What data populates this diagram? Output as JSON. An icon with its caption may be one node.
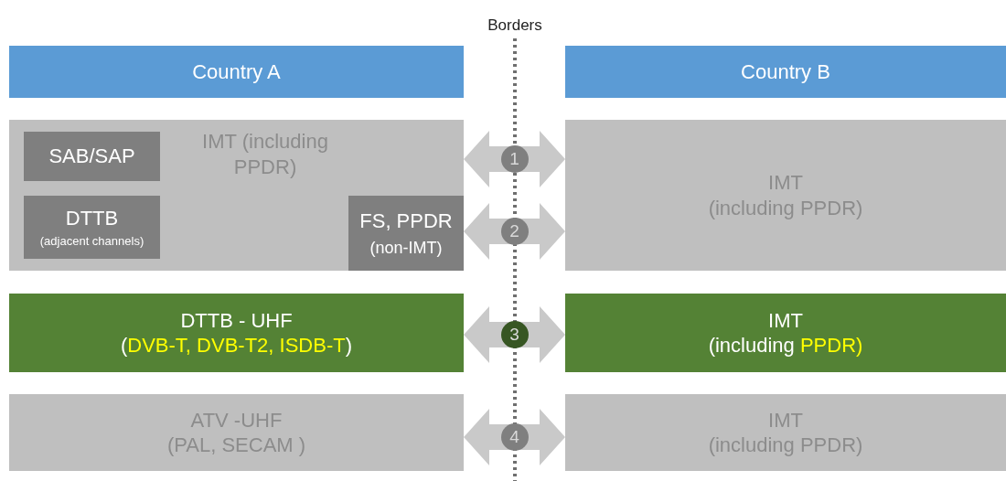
{
  "diagram": {
    "nodes": [
      {
        "text": [
          "Country A"
        ]
      },
      {
        "text": [
          "Country B"
        ]
      },
      {
        "text": [
          "IMT (including PPDR)"
        ]
      },
      {
        "text": [
          "SAB/SAP"
        ],
        "in": 2
      },
      {
        "text": [
          "DTTB",
          "(adjacent channels)"
        ],
        "in": 2
      },
      {
        "text": [
          "FS, PPDR",
          "(non-IMT)"
        ],
        "in": 2
      },
      {
        "text": [
          "IMT",
          "(including PPDR)"
        ]
      },
      {
        "text": [
          "DTTB - UHF",
          "(DVB-T, DVB-T2, ISDB-T)"
        ]
      },
      {
        "text": [
          "IMT",
          "(including PPDR)"
        ]
      },
      {
        "text": [
          "ATV -UHF",
          "(PAL, SECAM )"
        ]
      },
      {
        "text": [
          "IMT",
          "(including PPDR)"
        ]
      }
    ],
    "edges": [
      {
        "from": 2,
        "to": 6,
        "arrow": "both",
        "label": "1"
      },
      {
        "from": 5,
        "to": 6,
        "arrow": "both",
        "label": "2"
      },
      {
        "from": 7,
        "to": 8,
        "arrow": "both",
        "label": "3"
      },
      {
        "from": 9,
        "to": 10,
        "arrow": "both",
        "label": "4"
      }
    ],
    "labels": [
      "Borders"
    ]
  }
}
